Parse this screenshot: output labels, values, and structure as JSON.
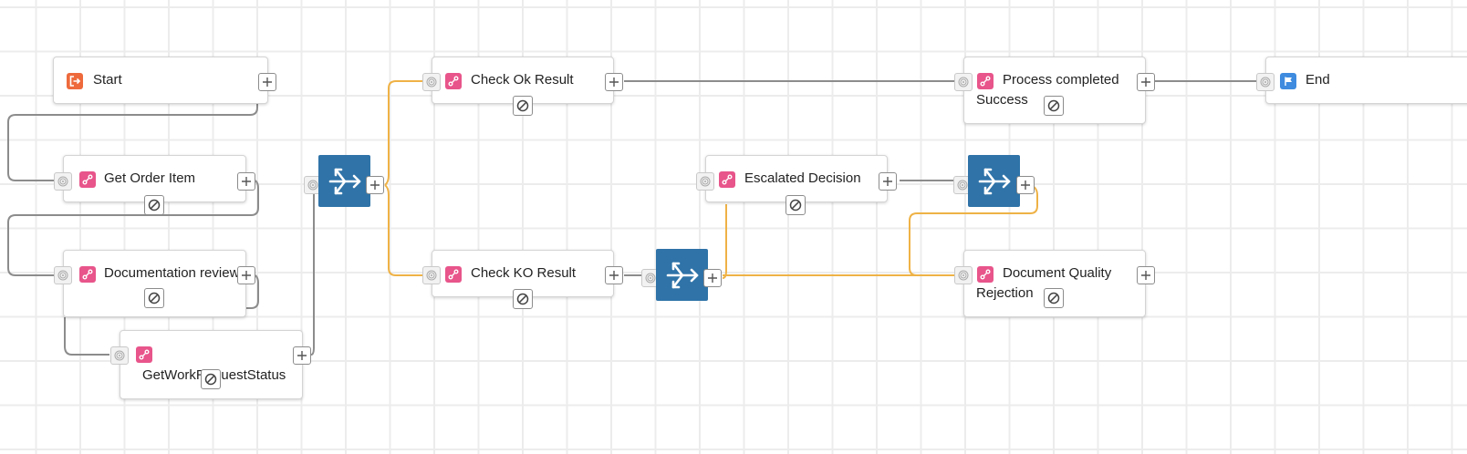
{
  "canvas": {
    "grid": true,
    "edge_colors": {
      "default": "#8c8c8c",
      "conditional": "#efb246"
    }
  },
  "nodes": {
    "start": {
      "label": "Start",
      "icon": "exit-icon",
      "color": "#ee6a3c"
    },
    "get_order": {
      "label": "Get Order Item",
      "icon": "link-icon",
      "color": "#e8558a"
    },
    "doc_review": {
      "label": "Documentation review",
      "icon": "link-icon",
      "color": "#e8558a"
    },
    "get_work": {
      "label": "GetWorkRequestStatus",
      "icon": "link-icon",
      "color": "#e8558a"
    },
    "check_ok": {
      "label": "Check Ok Result",
      "icon": "link-icon",
      "color": "#e8558a"
    },
    "check_ko": {
      "label": "Check KO Result",
      "icon": "link-icon",
      "color": "#e8558a"
    },
    "escalated": {
      "label": "Escalated Decision",
      "icon": "link-icon",
      "color": "#e8558a"
    },
    "process_completed": {
      "label": "Process completed Success",
      "icon": "link-icon",
      "color": "#e8558a"
    },
    "doc_quality": {
      "label": "Document Quality Rejection",
      "icon": "link-icon",
      "color": "#e8558a"
    },
    "end": {
      "label": "End",
      "icon": "flag-icon",
      "color": "#3e8bdf"
    }
  },
  "gateways": [
    {
      "name": "gateway-1",
      "icon": "split-arrows-icon",
      "color": "#2f73a8"
    },
    {
      "name": "gateway-2",
      "icon": "split-arrows-icon",
      "color": "#2f73a8"
    },
    {
      "name": "gateway-3",
      "icon": "split-arrows-icon",
      "color": "#2f73a8"
    }
  ]
}
